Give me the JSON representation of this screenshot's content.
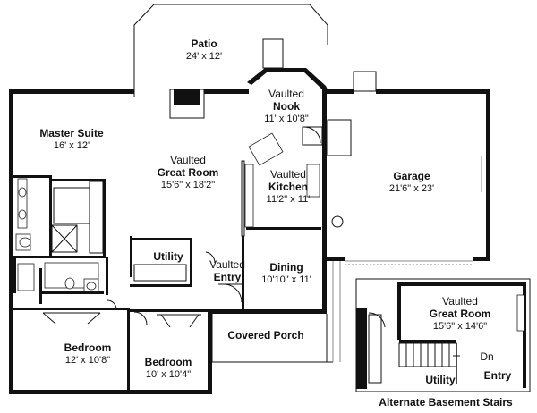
{
  "rooms": {
    "patio": {
      "title": "Patio",
      "dims": "24' x 12'"
    },
    "nook": {
      "prefix": "Vaulted",
      "title": "Nook",
      "dims": "11' x 10'8\""
    },
    "master_suite": {
      "title": "Master Suite",
      "dims": "16' x 12'"
    },
    "great_room": {
      "prefix": "Vaulted",
      "title": "Great Room",
      "dims": "15'6\" x 18'2\""
    },
    "kitchen": {
      "prefix": "Vaulted",
      "title": "Kitchen",
      "dims": "11'2\" x 11'"
    },
    "garage": {
      "title": "Garage",
      "dims": "21'6\" x 23'"
    },
    "utility": {
      "title": "Utility"
    },
    "entry": {
      "prefix": "Vaulted",
      "title": "Entry"
    },
    "dining": {
      "title": "Dining",
      "dims": "10'10\" x 11'"
    },
    "covered_porch": {
      "title": "Covered Porch"
    },
    "bedroom1": {
      "title": "Bedroom",
      "dims": "12' x 10'8\""
    },
    "bedroom2": {
      "title": "Bedroom",
      "dims": "10' x 10'4\""
    }
  },
  "inset": {
    "caption": "Alternate Basement Stairs",
    "great_room": {
      "prefix": "Vaulted",
      "title": "Great Room",
      "dims": "15'6\" x 14'6\""
    },
    "stairs_label": "Dn",
    "utility": "Utility",
    "entry": "Entry"
  }
}
